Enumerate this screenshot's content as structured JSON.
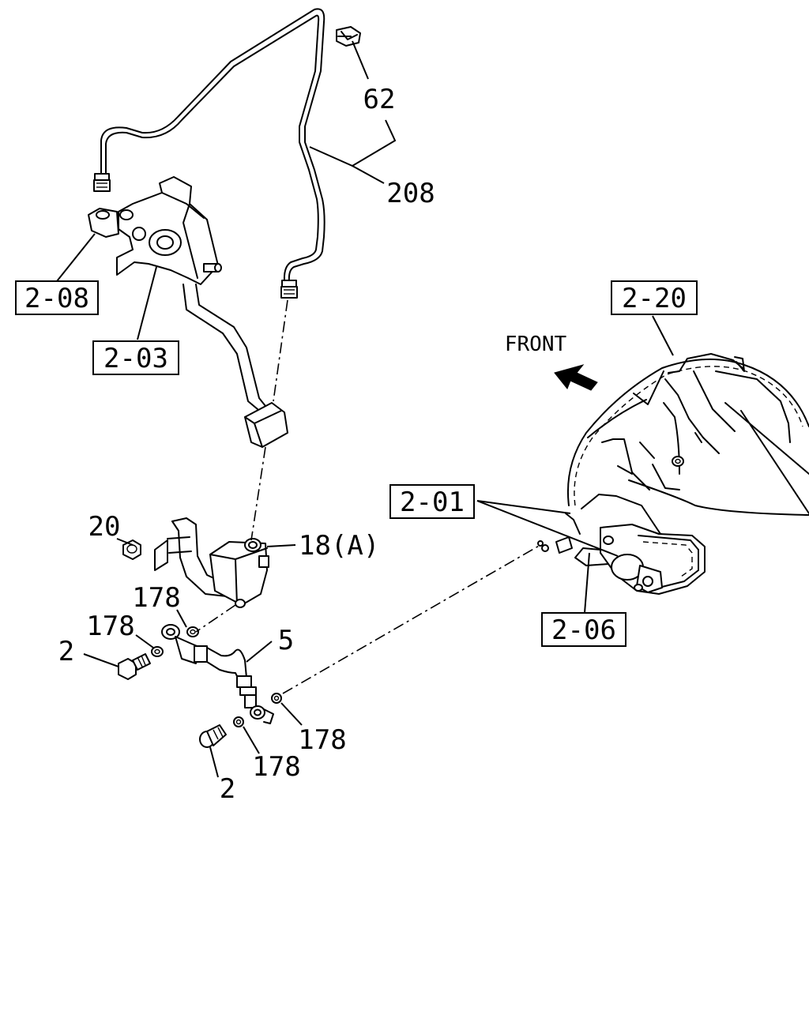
{
  "direction": {
    "text": "FRONT",
    "arrow_icon": "arrow-up-left-icon"
  },
  "refs": {
    "r2_08": "2-08",
    "r2_03": "2-03",
    "r2_20": "2-20",
    "r2_01": "2-01",
    "r2_06": "2-06"
  },
  "parts": {
    "p62": "62",
    "p208": "208",
    "p20": "20",
    "p18a": "18(A)",
    "p178_a": "178",
    "p178_b": "178",
    "p5": "5",
    "p2_a": "2",
    "p178_c": "178",
    "p178_d": "178",
    "p2_b": "2"
  }
}
